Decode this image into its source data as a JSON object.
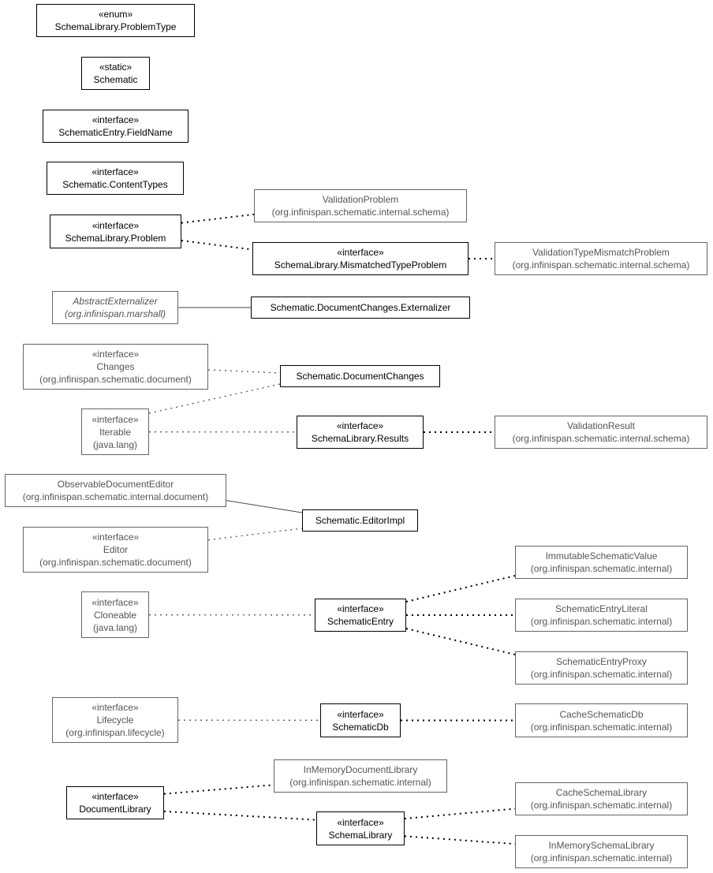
{
  "nodes": {
    "problem_type": {
      "lines": [
        "«enum»",
        "SchemaLibrary.ProblemType"
      ]
    },
    "schematic": {
      "lines": [
        "«static»",
        "Schematic"
      ]
    },
    "field_name": {
      "lines": [
        "«interface»",
        "SchematicEntry.FieldName"
      ]
    },
    "content_types": {
      "lines": [
        "«interface»",
        "Schematic.ContentTypes"
      ]
    },
    "validation_problem": {
      "lines": [
        "ValidationProblem",
        "(org.infinispan.schematic.internal.schema)"
      ]
    },
    "problem": {
      "lines": [
        "«interface»",
        "SchemaLibrary.Problem"
      ]
    },
    "mismatched_type_problem": {
      "lines": [
        "«interface»",
        "SchemaLibrary.MismatchedTypeProblem"
      ]
    },
    "validation_type_mismatch_problem": {
      "lines": [
        "ValidationTypeMismatchProblem",
        "(org.infinispan.schematic.internal.schema)"
      ]
    },
    "abstract_externalizer": {
      "lines": [
        "AbstractExternalizer",
        "(org.infinispan.marshall)"
      ]
    },
    "document_changes_externalizer": {
      "lines": [
        "Schematic.DocumentChanges.Externalizer"
      ]
    },
    "changes": {
      "lines": [
        "«interface»",
        "Changes",
        "(org.infinispan.schematic.document)"
      ]
    },
    "document_changes": {
      "lines": [
        "Schematic.DocumentChanges"
      ]
    },
    "iterable": {
      "lines": [
        "«interface»",
        "Iterable",
        "(java.lang)"
      ]
    },
    "results": {
      "lines": [
        "«interface»",
        "SchemaLibrary.Results"
      ]
    },
    "validation_result": {
      "lines": [
        "ValidationResult",
        "(org.infinispan.schematic.internal.schema)"
      ]
    },
    "observable_document_editor": {
      "lines": [
        "ObservableDocumentEditor",
        "(org.infinispan.schematic.internal.document)"
      ]
    },
    "editor_impl": {
      "lines": [
        "Schematic.EditorImpl"
      ]
    },
    "editor": {
      "lines": [
        "«interface»",
        "Editor",
        "(org.infinispan.schematic.document)"
      ]
    },
    "immutable_schematic_value": {
      "lines": [
        "ImmutableSchematicValue",
        "(org.infinispan.schematic.internal)"
      ]
    },
    "cloneable": {
      "lines": [
        "«interface»",
        "Cloneable",
        "(java.lang)"
      ]
    },
    "schematic_entry": {
      "lines": [
        "«interface»",
        "SchematicEntry"
      ]
    },
    "schematic_entry_literal": {
      "lines": [
        "SchematicEntryLiteral",
        "(org.infinispan.schematic.internal)"
      ]
    },
    "schematic_entry_proxy": {
      "lines": [
        "SchematicEntryProxy",
        "(org.infinispan.schematic.internal)"
      ]
    },
    "lifecycle": {
      "lines": [
        "«interface»",
        "Lifecycle",
        "(org.infinispan.lifecycle)"
      ]
    },
    "schematic_db": {
      "lines": [
        "«interface»",
        "SchematicDb"
      ]
    },
    "cache_schematic_db": {
      "lines": [
        "CacheSchematicDb",
        "(org.infinispan.schematic.internal)"
      ]
    },
    "in_memory_document_library": {
      "lines": [
        "InMemoryDocumentLibrary",
        "(org.infinispan.schematic.internal)"
      ]
    },
    "document_library": {
      "lines": [
        "«interface»",
        "DocumentLibrary"
      ]
    },
    "cache_schema_library": {
      "lines": [
        "CacheSchemaLibrary",
        "(org.infinispan.schematic.internal)"
      ]
    },
    "schema_library": {
      "lines": [
        "«interface»",
        "SchemaLibrary"
      ]
    },
    "in_memory_schema_library": {
      "lines": [
        "InMemorySchemaLibrary",
        "(org.infinispan.schematic.internal)"
      ]
    }
  },
  "edges": [
    {
      "from": "problem",
      "to": "validation_problem",
      "style": "dotted"
    },
    {
      "from": "problem",
      "to": "mismatched_type_problem",
      "style": "dotted"
    },
    {
      "from": "mismatched_type_problem",
      "to": "validation_type_mismatch_problem",
      "style": "dotted"
    },
    {
      "from": "abstract_externalizer",
      "to": "document_changes_externalizer",
      "style": "solid"
    },
    {
      "from": "changes",
      "to": "document_changes",
      "style": "dotted-light"
    },
    {
      "from": "iterable",
      "to": "document_changes",
      "style": "dotted-light"
    },
    {
      "from": "iterable",
      "to": "results",
      "style": "dotted-light"
    },
    {
      "from": "results",
      "to": "validation_result",
      "style": "dotted"
    },
    {
      "from": "observable_document_editor",
      "to": "editor_impl",
      "style": "solid"
    },
    {
      "from": "editor",
      "to": "editor_impl",
      "style": "dotted-light"
    },
    {
      "from": "schematic_entry",
      "to": "immutable_schematic_value",
      "style": "dotted"
    },
    {
      "from": "cloneable",
      "to": "schematic_entry",
      "style": "dotted-light"
    },
    {
      "from": "schematic_entry",
      "to": "schematic_entry_literal",
      "style": "dotted"
    },
    {
      "from": "schematic_entry",
      "to": "schematic_entry_proxy",
      "style": "dotted"
    },
    {
      "from": "lifecycle",
      "to": "schematic_db",
      "style": "dotted-light"
    },
    {
      "from": "schematic_db",
      "to": "cache_schematic_db",
      "style": "dotted"
    },
    {
      "from": "document_library",
      "to": "in_memory_document_library",
      "style": "dotted"
    },
    {
      "from": "document_library",
      "to": "schema_library",
      "style": "dotted"
    },
    {
      "from": "schema_library",
      "to": "cache_schema_library",
      "style": "dotted"
    },
    {
      "from": "schema_library",
      "to": "in_memory_schema_library",
      "style": "dotted"
    }
  ]
}
